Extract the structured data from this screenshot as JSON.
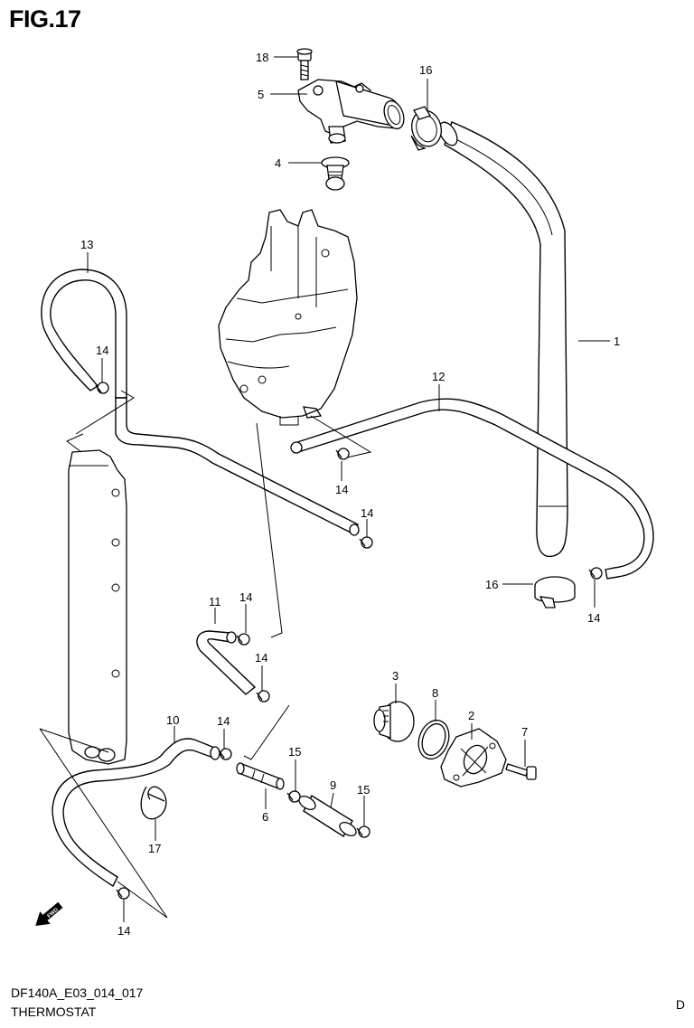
{
  "figure_title": "FIG.17",
  "footer": {
    "diagram_code": "DF140A_E03_014_017",
    "section_name": "THERMOSTAT",
    "region_code": "D"
  },
  "fwd_arrow_label": "FWD",
  "callouts": [
    {
      "id": "c18",
      "label": "18"
    },
    {
      "id": "c5",
      "label": "5"
    },
    {
      "id": "c16a",
      "label": "16"
    },
    {
      "id": "c4",
      "label": "4"
    },
    {
      "id": "c13",
      "label": "13"
    },
    {
      "id": "c14a",
      "label": "14"
    },
    {
      "id": "c1",
      "label": "1"
    },
    {
      "id": "c12",
      "label": "12"
    },
    {
      "id": "c14b",
      "label": "14"
    },
    {
      "id": "c14c",
      "label": "14"
    },
    {
      "id": "c16b",
      "label": "16"
    },
    {
      "id": "c14d",
      "label": "14"
    },
    {
      "id": "c11",
      "label": "11"
    },
    {
      "id": "c14e",
      "label": "14"
    },
    {
      "id": "c14f",
      "label": "14"
    },
    {
      "id": "c3",
      "label": "3"
    },
    {
      "id": "c8",
      "label": "8"
    },
    {
      "id": "c2",
      "label": "2"
    },
    {
      "id": "c7",
      "label": "7"
    },
    {
      "id": "c10",
      "label": "10"
    },
    {
      "id": "c14g",
      "label": "14"
    },
    {
      "id": "c15a",
      "label": "15"
    },
    {
      "id": "c9",
      "label": "9"
    },
    {
      "id": "c15b",
      "label": "15"
    },
    {
      "id": "c6",
      "label": "6"
    },
    {
      "id": "c17",
      "label": "17"
    },
    {
      "id": "c14h",
      "label": "14"
    }
  ]
}
